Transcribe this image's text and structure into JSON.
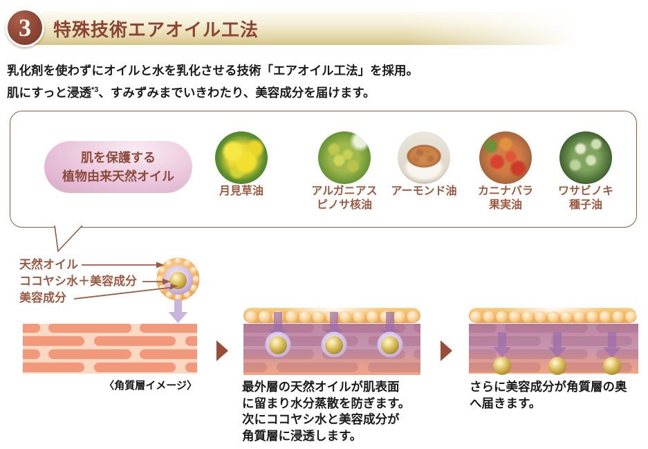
{
  "header": {
    "number": "3",
    "title": "特殊技術エアオイル工法"
  },
  "intro": {
    "line1": "乳化剤を使わずにオイルと水を乳化させる技術「エアオイル工法」を採用。",
    "line2_pre": "肌にすっと浸透",
    "line2_sup": "*3",
    "line2_post": "、すみずみまでいきわたり、美容成分を届けます。"
  },
  "oils_box": {
    "pill_label": "肌を保護する\n植物由来天然オイル",
    "items": [
      {
        "label": "月見草油",
        "photo": "evening-primrose-flower-photo"
      },
      {
        "label": "アルガニアス\nピノサ核油",
        "photo": "argania-spinosa-fruit-photo"
      },
      {
        "label": "アーモンド油",
        "photo": "almonds-bowl-photo"
      },
      {
        "label": "カニナバラ\n果実油",
        "photo": "rosehip-fruit-photo"
      },
      {
        "label": "ワサビノキ\n種子油",
        "photo": "moringa-leaves-photo"
      }
    ]
  },
  "capsule": {
    "labels": [
      "天然オイル",
      "ココヤシ水＋美容成分",
      "美容成分"
    ]
  },
  "steps": {
    "caption": "〈角質層イメージ〉",
    "step2": "最外層の天然オイルが肌表面\nに留まり水分蒸散を防ぎます。\n次にココヤシ水と美容成分が\n角質層に浸透します。",
    "step3": "さらに美容成分が角質層の奥\nへ届きます。"
  },
  "colors": {
    "title_maroon": "#8a4434",
    "band_beige": "#d5c488",
    "label_brown": "#9a5a44",
    "pill_pink": "#e3b7d2",
    "oil_orange": "#f3b763",
    "lavender_arrow": "#c9b4dc",
    "purple_arrow": "#9a6cae",
    "gold_bead": "#ccac45",
    "skin_salmon": "#f1997a",
    "triangle_brown": "#9b4c36"
  }
}
